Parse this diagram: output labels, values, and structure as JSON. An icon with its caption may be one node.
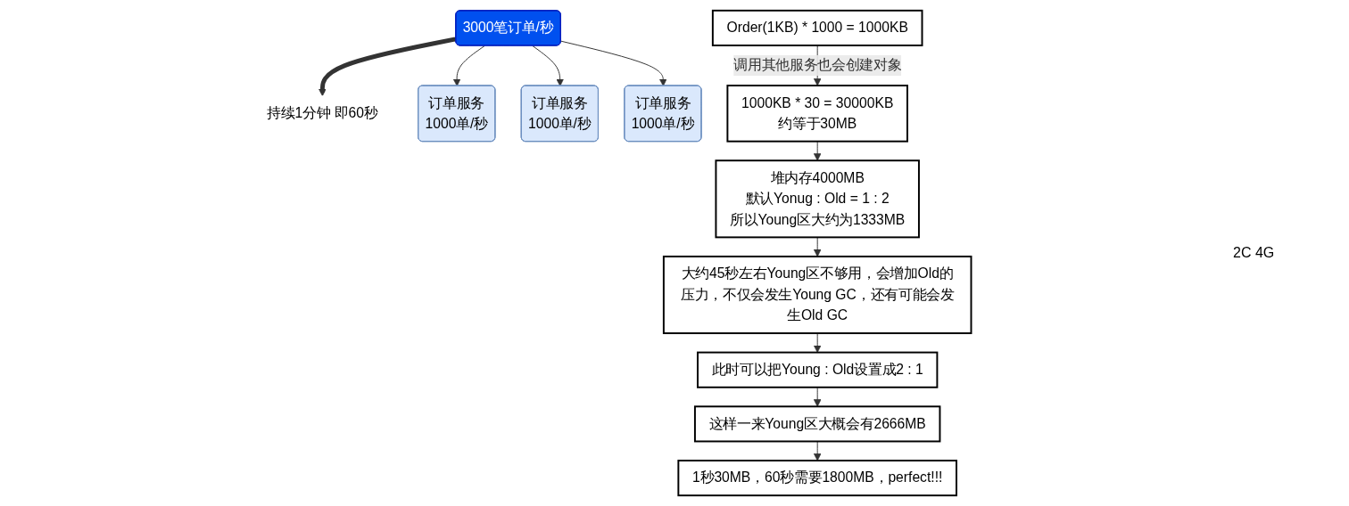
{
  "diagram": {
    "nodes": [
      {
        "text": [
          "3000笔订单/秒"
        ]
      },
      {
        "text": [
          "持续1分钟 即60秒"
        ]
      },
      {
        "text": [
          "订单服务",
          "1000单/秒"
        ]
      },
      {
        "text": [
          "订单服务",
          "1000单/秒"
        ]
      },
      {
        "text": [
          "订单服务",
          "1000单/秒"
        ]
      },
      {
        "text": [
          "Order(1KB) * 1000 = 1000KB"
        ]
      },
      {
        "text": [
          "1000KB * 30 = 30000KB",
          "约等于30MB"
        ]
      },
      {
        "text": [
          "堆内存4000MB",
          "默认Yonug : Old = 1 : 2",
          "所以Young区大约为1333MB"
        ]
      },
      {
        "text": [
          "大约45秒左右Young区不够用，会增加Old的压力，不仅会发生Young GC，还有可能会发生Old GC"
        ]
      },
      {
        "text": [
          "此时可以把Young : Old设置成2 : 1"
        ]
      },
      {
        "text": [
          "这样一来Young区大概会有2666MB"
        ]
      },
      {
        "text": [
          "1秒30MB，60秒需要1800MB，perfect!!!"
        ]
      }
    ],
    "edges": [
      {
        "from": 0,
        "to": 1,
        "arrow": "to",
        "style": "thick"
      },
      {
        "from": 0,
        "to": 2,
        "arrow": "to"
      },
      {
        "from": 0,
        "to": 3,
        "arrow": "to"
      },
      {
        "from": 0,
        "to": 4,
        "arrow": "to"
      },
      {
        "from": 5,
        "to": 6,
        "arrow": "to",
        "label": "调用其他服务也会创建对象"
      },
      {
        "from": 6,
        "to": 7,
        "arrow": "to"
      },
      {
        "from": 7,
        "to": 8,
        "arrow": "to"
      },
      {
        "from": 8,
        "to": 9,
        "arrow": "to"
      },
      {
        "from": 9,
        "to": 10,
        "arrow": "to"
      },
      {
        "from": 10,
        "to": 11,
        "arrow": "to"
      }
    ],
    "labels": [
      "2C 4G"
    ]
  }
}
